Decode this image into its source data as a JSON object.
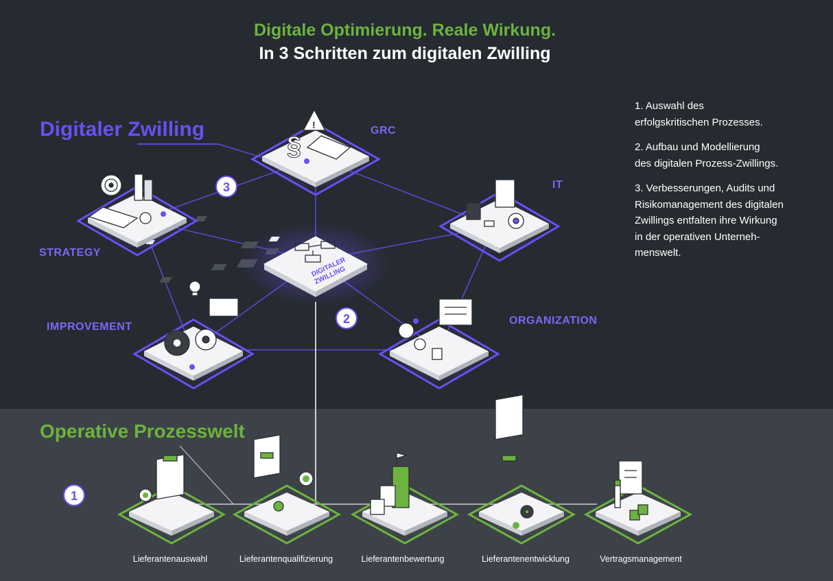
{
  "header": {
    "line1": "Digitale Optimierung. Reale Wirkung.",
    "line2": "In 3 Schritten zum digitalen Zwilling"
  },
  "digital_twin": {
    "title": "Digitaler Zwilling",
    "center_label_1": "DIGITALER",
    "center_label_2": "ZWILLING",
    "categories": {
      "grc": "GRC",
      "it": "IT",
      "strategy": "STRATEGY",
      "improvement": "IMPROVEMENT",
      "organization": "ORGANIZATION"
    }
  },
  "steps": [
    {
      "number": "1",
      "text": "1. Auswahl des\nerfolgskritischen Prozesses."
    },
    {
      "number": "2",
      "text": "2. Aufbau und Modellierung\ndes digitalen Prozess-Zwillings."
    },
    {
      "number": "3",
      "text": "3. Verbesserungen, Audits und\nRisikomanagement des digitalen\nZwillings entfalten ihre Wirkung\nin der operativen Unterneh-\nmenswelt."
    }
  ],
  "operative": {
    "title": "Operative Prozesswelt",
    "processes": [
      {
        "label": "Lieferantenauswahl"
      },
      {
        "label": "Lieferantenqualifizierung"
      },
      {
        "label": "Lieferantenbewertung"
      },
      {
        "label": "Lieferantenentwicklung"
      },
      {
        "label": "Vertragsmanagement"
      }
    ]
  },
  "colors": {
    "background_top": "#252b30",
    "background_bottom": "#3c4248",
    "accent_green": "#6db33f",
    "accent_purple": "#6a4ff5",
    "text_white": "#ffffff"
  },
  "icons": {
    "grc": "paragraph-warning-document-icon",
    "it": "server-monitor-gears-icon",
    "strategy": "target-chart-magnifier-icon",
    "improvement": "lightbulb-gears-chat-icon",
    "organization": "presentation-board-team-icon",
    "center": "flowchart-icon"
  }
}
